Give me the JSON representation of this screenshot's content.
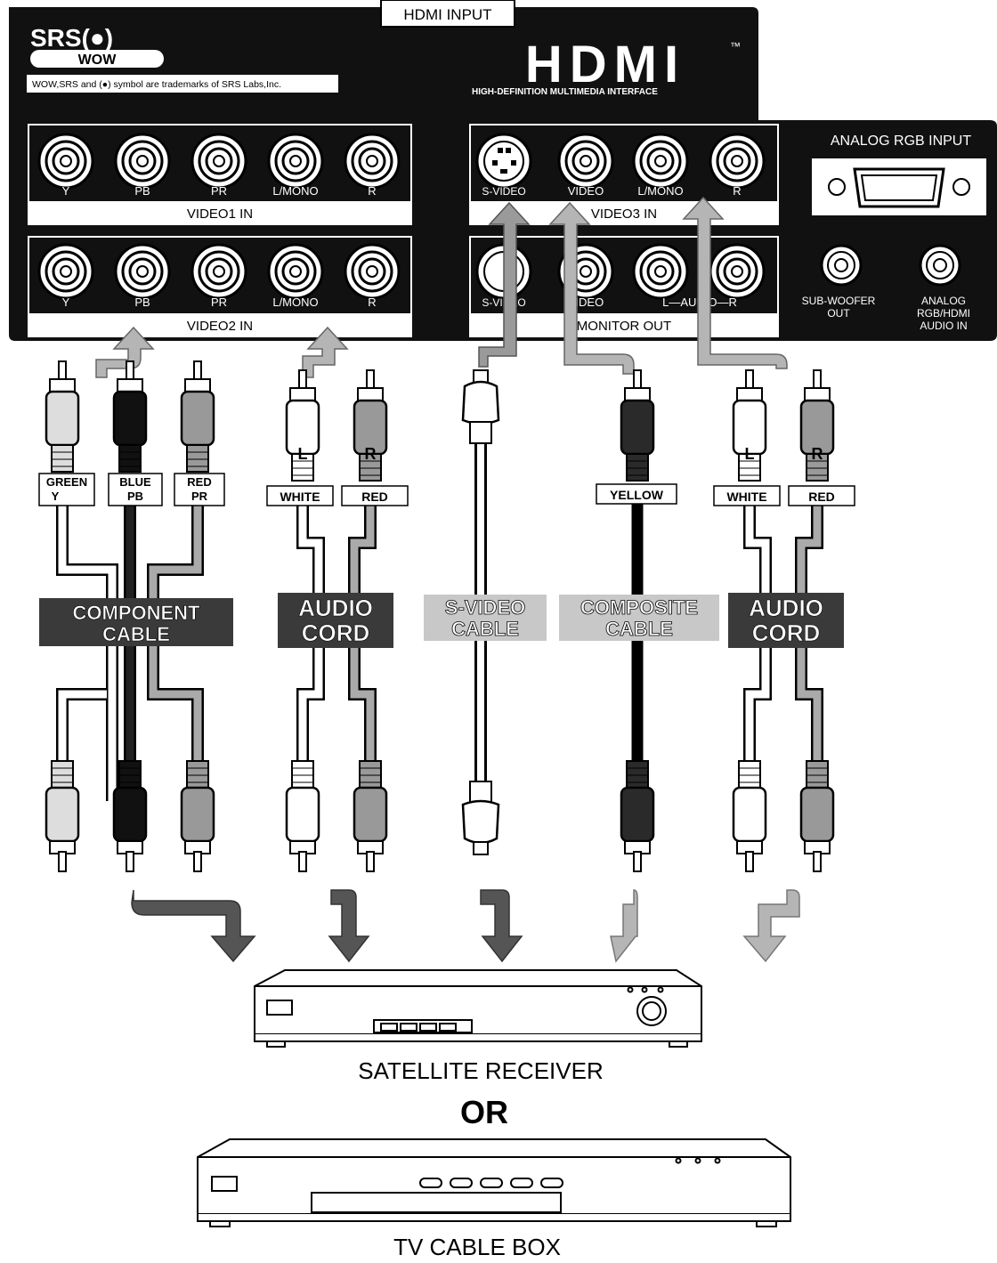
{
  "hdmi_input_tab": "HDMI INPUT",
  "srs": {
    "logo": "SRS(●)",
    "wow": "WOW",
    "trademark": "WOW,SRS and (●) symbol are trademarks of SRS Labs,Inc."
  },
  "hdmi": {
    "logo": "HDMI",
    "tm": "™",
    "subtitle": "HIGH-DEFINITION MULTIMEDIA INTERFACE"
  },
  "video1": {
    "title": "VIDEO1 IN",
    "jacks": [
      "Y",
      "PB",
      "PR",
      "L/MONO",
      "R"
    ]
  },
  "video2": {
    "title": "VIDEO2 IN",
    "jacks": [
      "Y",
      "PB",
      "PR",
      "L/MONO",
      "R"
    ]
  },
  "video3": {
    "title": "VIDEO3 IN",
    "jacks": [
      "S-VIDEO",
      "VIDEO",
      "L/MONO",
      "R"
    ]
  },
  "monitor_out": {
    "title": "MONITOR OUT",
    "labels": [
      "S-VIDEO",
      "VIDEO",
      "L—AUDIO—R"
    ]
  },
  "analog_rgb": {
    "title": "ANALOG RGB INPUT"
  },
  "subwoofer": {
    "line1": "SUB-WOOFER",
    "line2": "OUT"
  },
  "analog_audio": {
    "line1": "ANALOG",
    "line2": "RGB/HDMI",
    "line3": "AUDIO IN"
  },
  "plug_tags": {
    "green_1": "GREEN",
    "green_2": "Y",
    "blue_1": "BLUE",
    "blue_2": "PB",
    "red_1": "RED",
    "red_2": "PR",
    "white": "WHITE",
    "red": "RED",
    "yellow": "YELLOW",
    "l": "L",
    "r": "R"
  },
  "cables": {
    "component_1": "COMPONENT",
    "component_2": "CABLE",
    "audio_1": "AUDIO",
    "audio_2": "CORD",
    "svideo_1": "S-VIDEO",
    "svideo_2": "CABLE",
    "composite_1": "COMPOSITE",
    "composite_2": "CABLE"
  },
  "devices": {
    "satellite": "SATELLITE RECEIVER",
    "or": "OR",
    "cable_box": "TV CABLE BOX"
  },
  "colors": {
    "panel": "#111111",
    "dark_arrow": "#555555",
    "light_arrow": "#b5b5b5",
    "label_dark": "#3a3a3a",
    "label_light": "#c8c8c8"
  }
}
